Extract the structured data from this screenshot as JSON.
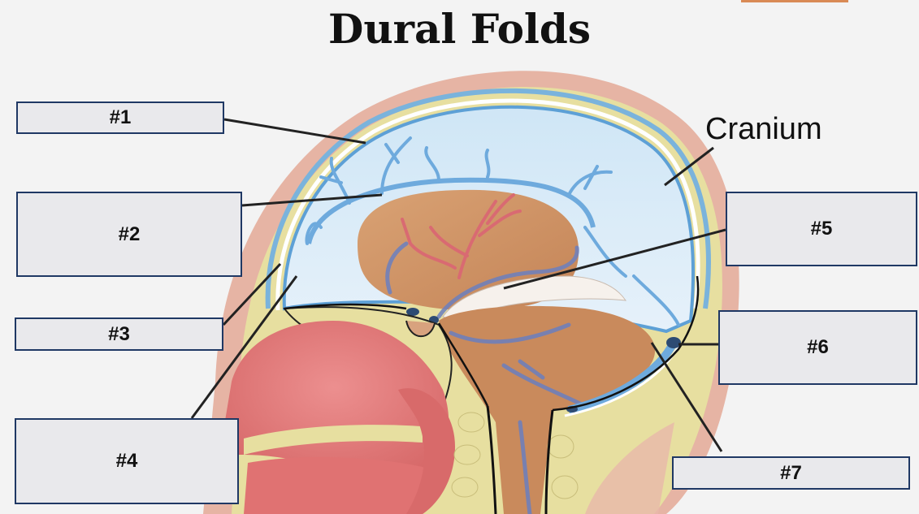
{
  "title": "Dural Folds",
  "cranium_label": "Cranium",
  "labels": [
    "#1",
    "#2",
    "#3",
    "#4",
    "#5",
    "#6",
    "#7"
  ],
  "colors": {
    "box_border": "#1f3864",
    "box_fill": "#e9e9ec",
    "skin": "#e6b4a4",
    "bone": "#e7dfa0",
    "dura": "#a9d3ee",
    "vein": "#4a8fd0",
    "brain": "#cf9466",
    "artery": "#d96a72",
    "oral_cavity": "#e27878"
  }
}
